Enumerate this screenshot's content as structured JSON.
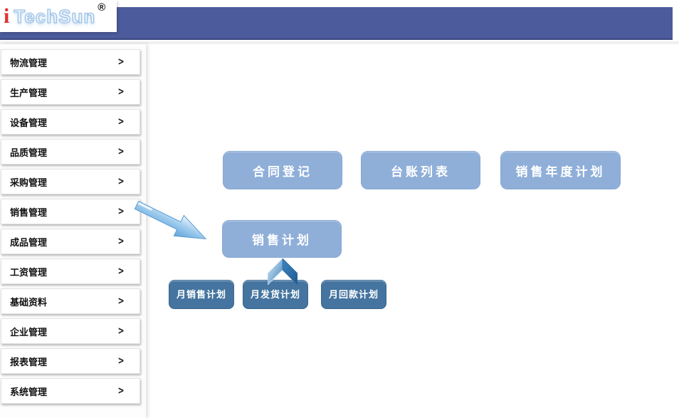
{
  "header": {
    "logo": {
      "mark": "i",
      "name": "TechSun",
      "registered": "®"
    }
  },
  "sidebar": {
    "chevron": ">",
    "items": [
      {
        "label": "物流管理"
      },
      {
        "label": "生产管理"
      },
      {
        "label": "设备管理"
      },
      {
        "label": "品质管理"
      },
      {
        "label": "采购管理"
      },
      {
        "label": "销售管理"
      },
      {
        "label": "成品管理"
      },
      {
        "label": "工资管理"
      },
      {
        "label": "基础资料"
      },
      {
        "label": "企业管理"
      },
      {
        "label": "报表管理"
      },
      {
        "label": "系统管理"
      }
    ]
  },
  "main": {
    "top_buttons": [
      "合同登记",
      "台账列表",
      "销售年度计划"
    ],
    "mid_button": "销售计划",
    "sub_buttons": [
      "月销售计划",
      "月发货计划",
      "月回款计划"
    ]
  },
  "colors": {
    "header_blue": "#4c5b9c",
    "primary_button_blue": "#8fafd9",
    "secondary_button_blue": "#44749f",
    "arrow_light_blue": "#7db9e8",
    "arrow_dark_blue": "#2f6ea8",
    "logo_red": "#e03131",
    "logo_outline_blue": "#9dc3e6"
  }
}
